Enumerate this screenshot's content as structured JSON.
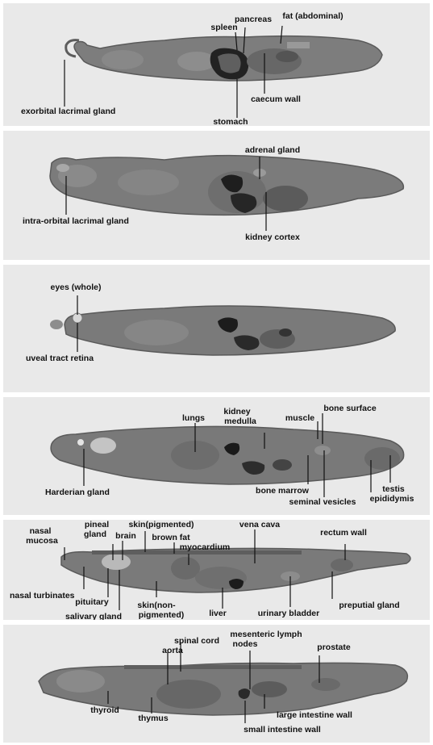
{
  "panels": [
    {
      "labels": {
        "spleen": "spleen",
        "pancreas": "pancreas",
        "fat_abdominal": "fat (abdominal)",
        "exorbital_lacrimal_gland": "exorbital lacrimal gland",
        "caecum_wall": "caecum wall",
        "stomach": "stomach"
      }
    },
    {
      "labels": {
        "adrenal_gland": "adrenal gland",
        "intra_orbital_lacrimal_gland": "intra-orbital lacrimal gland",
        "kidney_cortex": "kidney cortex"
      }
    },
    {
      "labels": {
        "eyes_whole": "eyes (whole)",
        "uveal_tract_retina": "uveal tract retina"
      }
    },
    {
      "labels": {
        "lungs": "lungs",
        "kidney_medulla_1": "kidney",
        "kidney_medulla_2": "medulla",
        "muscle": "muscle",
        "bone_surface": "bone  surface",
        "harderian_gland": "Harderian gland",
        "bone_marrow": "bone marrow",
        "seminal_vesicles": "seminal vesicles",
        "testis": "testis",
        "epididymis": "epididymis"
      }
    },
    {
      "labels": {
        "nasal_mucosa_1": "nasal",
        "nasal_mucosa_2": "mucosa",
        "pineal_gland_1": "pineal",
        "pineal_gland_2": "gland",
        "brain": "brain",
        "skin_pigmented": "skin(pigmented)",
        "brown_fat": "brown fat",
        "myocardium": "myocardium",
        "vena_cava": "vena cava",
        "rectum_wall": "rectum wall",
        "nasal_turbinates": "nasal turbinates",
        "pituitary": "pituitary",
        "salivary_gland": "salivary gland",
        "skin_non_pigmented_1": "skin(non-",
        "skin_non_pigmented_2": "pigmented)",
        "liver": "liver",
        "urinary_bladder": "urinary bladder",
        "preputial_gland": "preputial gland"
      }
    },
    {
      "labels": {
        "spinal_cord": "spinal cord",
        "aorta": "aorta",
        "mesenteric_lymph_nodes_1": "mesenteric lymph",
        "mesenteric_lymph_nodes_2": "nodes",
        "prostate": "prostate",
        "thyroid": "thyroid",
        "thymus": "thymus",
        "large_intestine_wall": "large intestine wall",
        "small_intestine_wall": "small intestine wall"
      }
    }
  ]
}
